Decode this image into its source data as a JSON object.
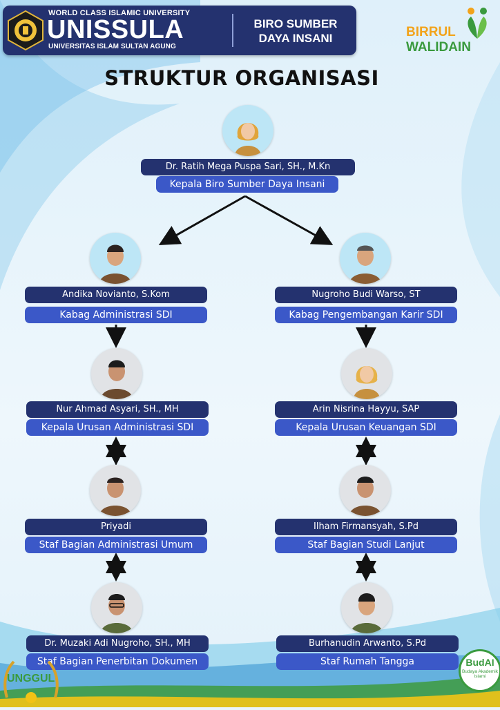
{
  "header": {
    "tagline": "WORLD CLASS ISLAMIC UNIVERSITY",
    "university": "UNISSULA",
    "university_full": "UNIVERSITAS ISLAM SULTAN AGUNG",
    "department_line1": "BIRO SUMBER",
    "department_line2": "DAYA INSANI"
  },
  "brand": {
    "birrul_line1": "BIRRUL",
    "birrul_line2": "WALIDAIN"
  },
  "title": "STRUKTUR ORGANISASI",
  "head": {
    "name": "Dr. Ratih Mega Puspa Sari, SH., M.Kn",
    "role": "Kepala Biro Sumber Daya Insani"
  },
  "left_column": [
    {
      "name": "Andika Novianto, S.Kom",
      "role": "Kabag Administrasi SDI"
    },
    {
      "name": "Nur Ahmad Asyari, SH., MH",
      "role": "Kepala Urusan Administrasi SDI"
    },
    {
      "name": "Priyadi",
      "role": "Staf Bagian Administrasi Umum"
    },
    {
      "name": "Dr. Muzaki Adi Nugroho, SH., MH",
      "role": "Staf Bagian Penerbitan Dokumen"
    }
  ],
  "right_column": [
    {
      "name": "Nugroho Budi Warso, ST",
      "role": "Kabag Pengembangan Karir SDI"
    },
    {
      "name": "Arin Nisrina Hayyu, SAP",
      "role": "Kepala Urusan Keuangan SDI"
    },
    {
      "name": "Ilham Firmansyah, S.Pd",
      "role": "Staf Bagian Studi Lanjut"
    },
    {
      "name": "Burhanudin Arwanto, S.Pd",
      "role": "Staf Rumah Tangga"
    }
  ],
  "badges": {
    "unggul": "UNGGUL",
    "budai_title": "BudAI",
    "budai_sub": "Budaya Akademik Islami"
  },
  "colors": {
    "navy": "#24326f",
    "royal_blue": "#3b58c8",
    "brand_orange": "#f2a31b",
    "brand_green": "#3a9a3e"
  }
}
